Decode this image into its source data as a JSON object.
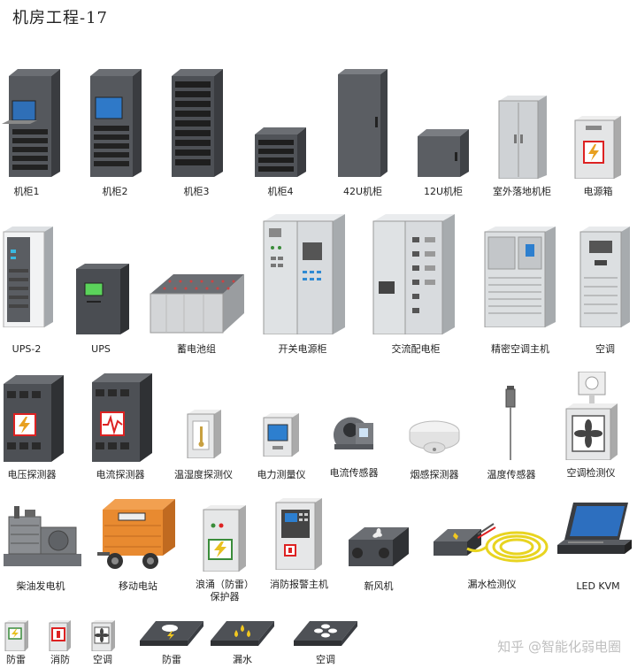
{
  "title": "机房工程-17",
  "watermark": "知乎 @智能化弱电圈",
  "items": [
    {
      "label": "机柜1"
    },
    {
      "label": "机柜2"
    },
    {
      "label": "机柜3"
    },
    {
      "label": "机柜4"
    },
    {
      "label": "42U机柜"
    },
    {
      "label": "12U机柜"
    },
    {
      "label": "室外落地机柜"
    },
    {
      "label": "电源箱"
    },
    {
      "label": "UPS-2"
    },
    {
      "label": "UPS"
    },
    {
      "label": "蓄电池组"
    },
    {
      "label": "开关电源柜"
    },
    {
      "label": "交流配电柜"
    },
    {
      "label": "精密空调主机"
    },
    {
      "label": "空调"
    },
    {
      "label": "电压探测器"
    },
    {
      "label": "电流探测器"
    },
    {
      "label": "温湿度探测仪"
    },
    {
      "label": "电力测量仪"
    },
    {
      "label": "电流传感器"
    },
    {
      "label": "烟感探测器"
    },
    {
      "label": "温度传感器"
    },
    {
      "label": "空调检测仪"
    },
    {
      "label": "柴油发电机"
    },
    {
      "label": "移动电站"
    },
    {
      "label": "浪涌（防雷）\n保护器"
    },
    {
      "label": "消防报警主机"
    },
    {
      "label": "新风机"
    },
    {
      "label": "漏水检测仪"
    },
    {
      "label": "LED KVM"
    },
    {
      "label": "防雷"
    },
    {
      "label": "消防"
    },
    {
      "label": "空调"
    },
    {
      "label": "防雷"
    },
    {
      "label": "漏水"
    },
    {
      "label": "空调"
    }
  ]
}
